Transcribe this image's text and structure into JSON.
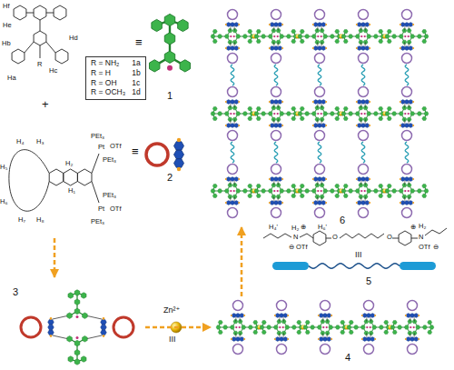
{
  "diagram": {
    "nodes": [
      {
        "text": [
          "1"
        ]
      },
      {
        "text": [
          "R = NH₂",
          "1a",
          "R = H",
          "1b",
          "R = OH",
          "1c",
          "R = OCH₃",
          "1d"
        ]
      },
      {
        "text": [
          "2"
        ]
      },
      {
        "text": [
          "3"
        ]
      },
      {
        "text": [
          "4"
        ]
      },
      {
        "text": [
          "5"
        ]
      },
      {
        "text": [
          "6"
        ]
      }
    ],
    "edges": [
      {
        "from": 2,
        "to": 3,
        "arrow": "to"
      },
      {
        "from": 3,
        "to": 4,
        "arrow": "to"
      },
      {
        "from": 4,
        "to": 6,
        "arrow": "to"
      }
    ],
    "labels": [
      "Hf",
      "He",
      "Hb",
      "Ha",
      "Hc",
      "Hd",
      "R",
      "≡",
      "+",
      "≡",
      "H₂",
      "H₁",
      "H₃",
      "H₄",
      "H₅",
      "H₆",
      "H₇",
      "H₈",
      "PEt₃",
      "Pt",
      "OTf",
      "PEt₃",
      "PEt₃",
      "Pt",
      "OTf",
      "PEt₃",
      "Zn²⁺",
      "III",
      "III",
      "H₄'",
      "N",
      "H₂",
      "⊕",
      "OTf",
      "⊖",
      "O",
      "O",
      "N",
      "H₂",
      "⊕",
      "OTf",
      "⊖",
      "H₆'"
    ]
  }
}
